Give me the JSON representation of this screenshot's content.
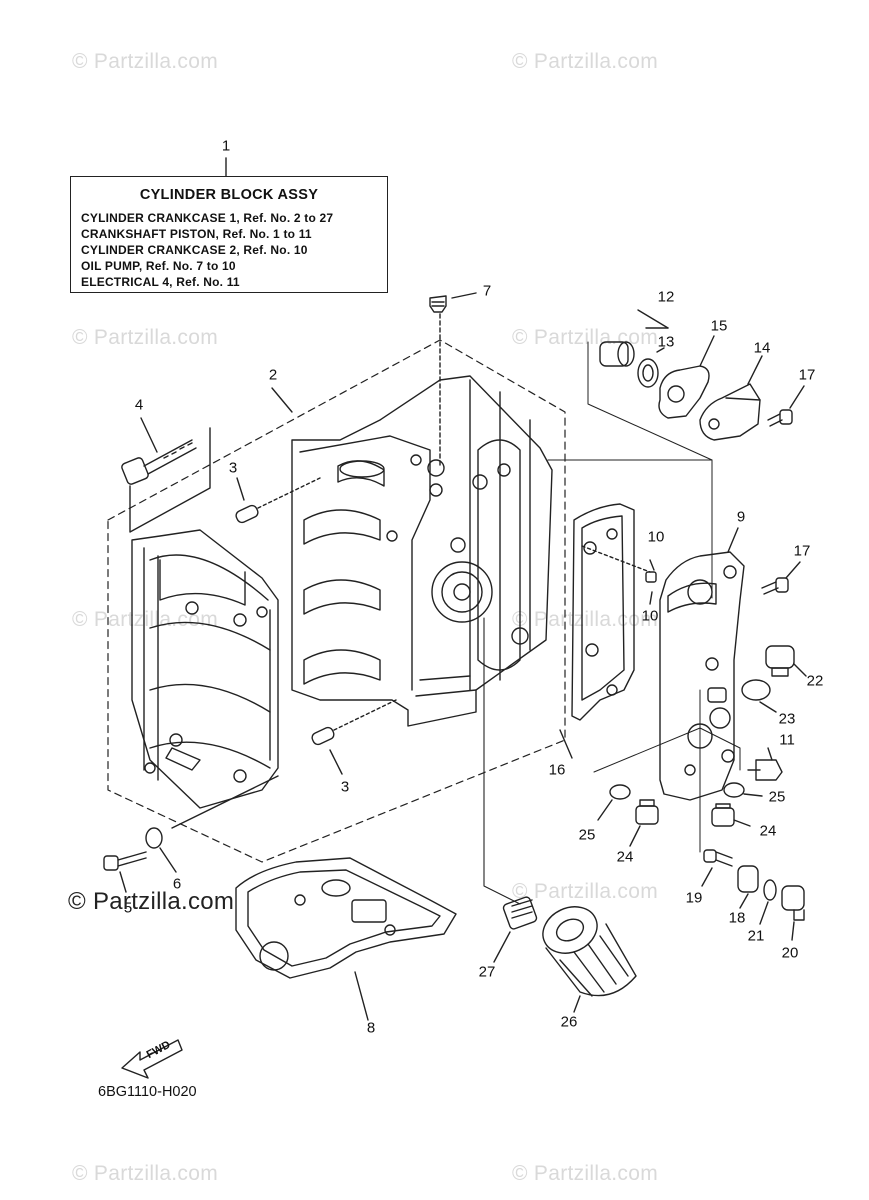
{
  "watermark": {
    "text": "© Partzilla.com",
    "dark_text": "© Partzilla.com"
  },
  "info_box": {
    "title": "CYLINDER BLOCK ASSY",
    "lines": [
      "CYLINDER CRANKCASE 1,  Ref. No. 2 to 27",
      "CRANKSHAFT PISTON,  Ref. No. 1 to 11",
      "CYLINDER CRANKCASE 2,  Ref. No. 10",
      "OIL PUMP,  Ref. No. 7 to 10",
      "ELECTRICAL 4,  Ref. No. 11"
    ]
  },
  "callouts": {
    "c1": "1",
    "c2": "2",
    "c3a": "3",
    "c3b": "3",
    "c4": "4",
    "c5": "5",
    "c6": "6",
    "c7": "7",
    "c8": "8",
    "c9": "9",
    "c10a": "10",
    "c10b": "10",
    "c11": "11",
    "c12": "12",
    "c13": "13",
    "c14": "14",
    "c15": "15",
    "c16": "16",
    "c17a": "17",
    "c17b": "17",
    "c18": "18",
    "c19": "19",
    "c20": "20",
    "c21": "21",
    "c22": "22",
    "c23": "23",
    "c24a": "24",
    "c24b": "24",
    "c25a": "25",
    "c25b": "25",
    "c26": "26",
    "c27": "27"
  },
  "fwd_label": "FWD",
  "doc_code": "6BG1110-H020"
}
